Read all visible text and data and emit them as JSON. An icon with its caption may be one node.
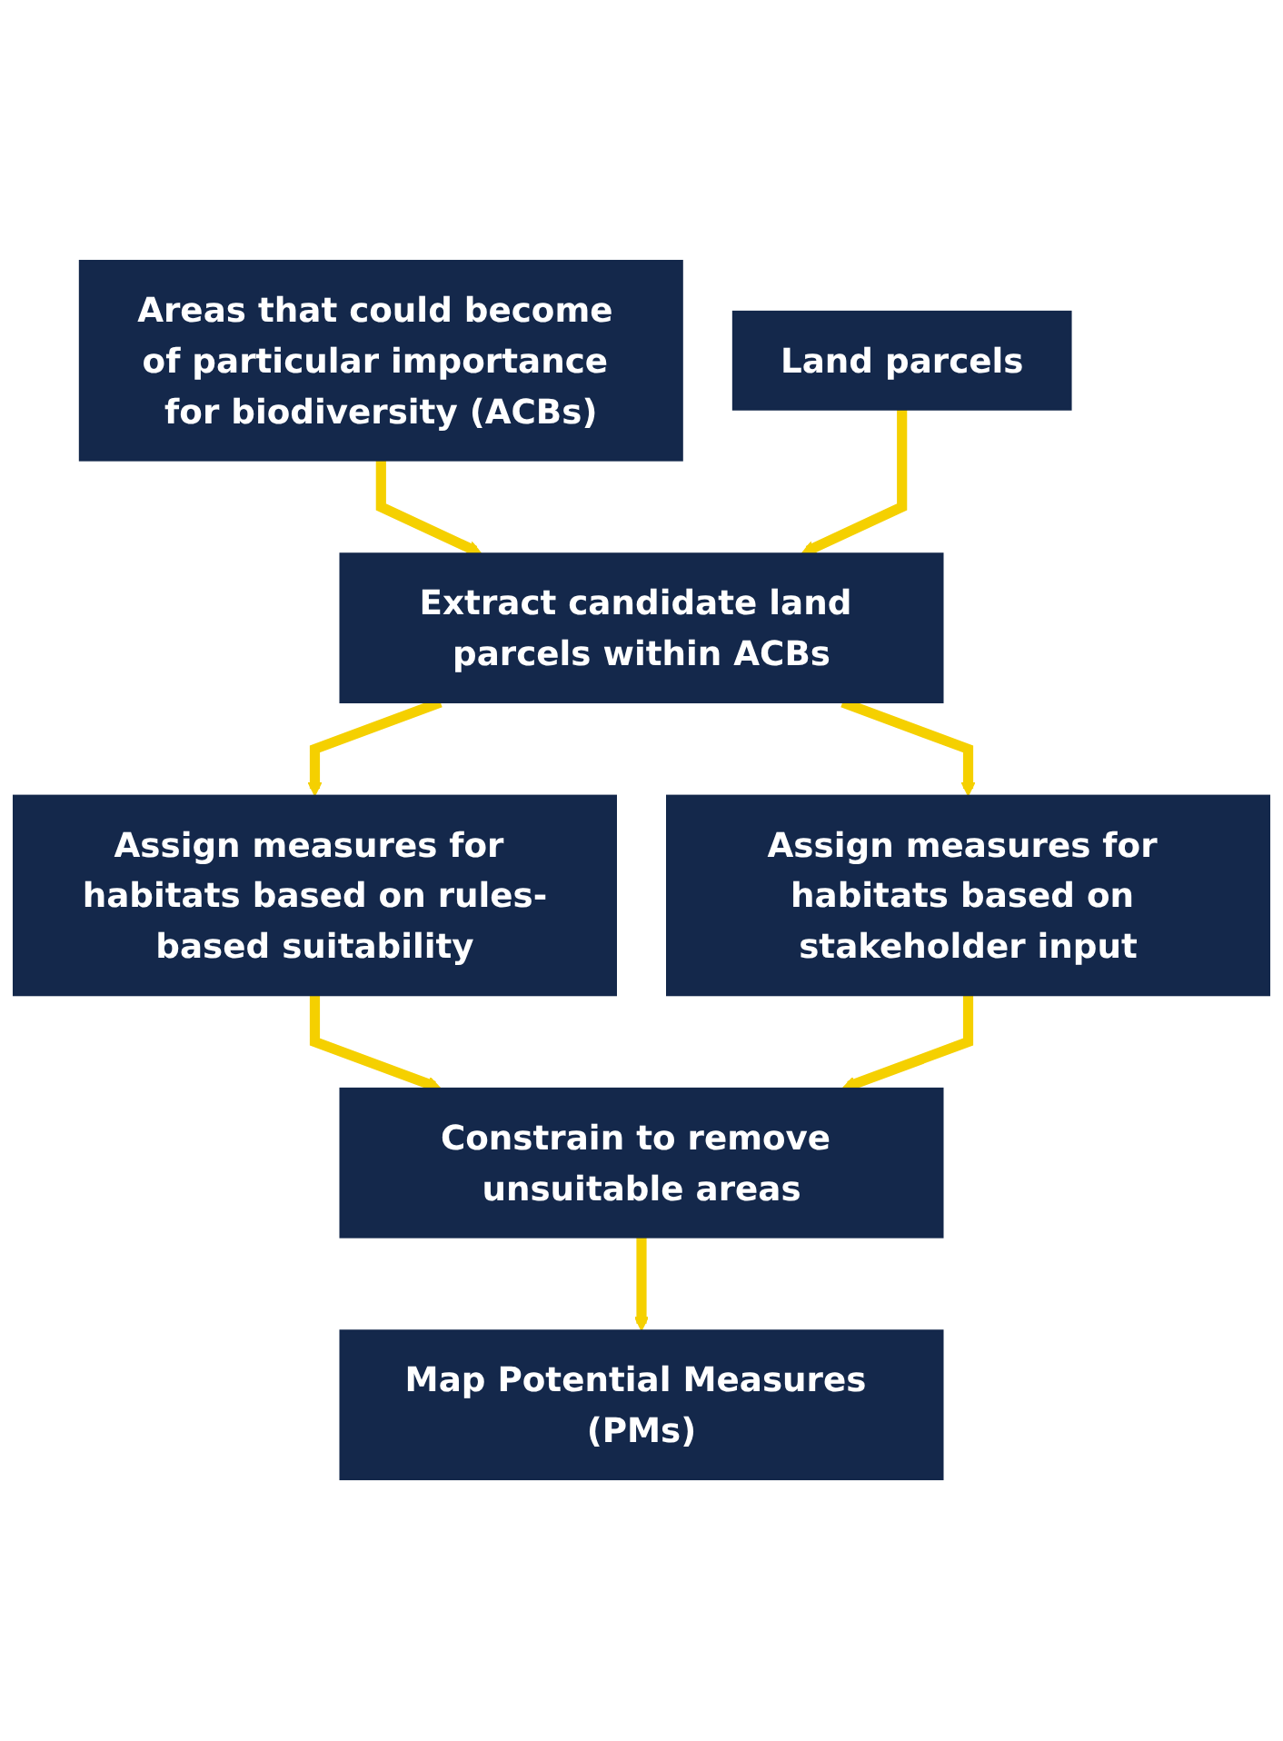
{
  "diagram": {
    "nodes": [
      {
        "text": [
          "Areas that could become of particular importance for biodiversity (ACBs)"
        ]
      },
      {
        "text": [
          "Extract candidate land parcels within ACBs"
        ]
      },
      {
        "text": [
          "Land parcels"
        ]
      },
      {
        "text": [
          "Assign measures for habitats based on rules-based suitability"
        ]
      },
      {
        "text": [
          "Assign measures for habitats based on stakeholder input"
        ]
      },
      {
        "text": [
          "Constrain to remove unsuitable areas"
        ]
      },
      {
        "text": [
          "Map Potential Measures (PMs)"
        ]
      }
    ],
    "edges": [
      {
        "from": 0,
        "to": 1,
        "arrow": "to"
      },
      {
        "from": 2,
        "to": 1,
        "arrow": "to"
      },
      {
        "from": 1,
        "to": 3,
        "arrow": "to"
      },
      {
        "from": 1,
        "to": 4,
        "arrow": "to"
      },
      {
        "from": 3,
        "to": 5,
        "arrow": "to"
      },
      {
        "from": 4,
        "to": 5,
        "arrow": "to"
      },
      {
        "from": 5,
        "to": 6,
        "arrow": "to"
      }
    ]
  }
}
